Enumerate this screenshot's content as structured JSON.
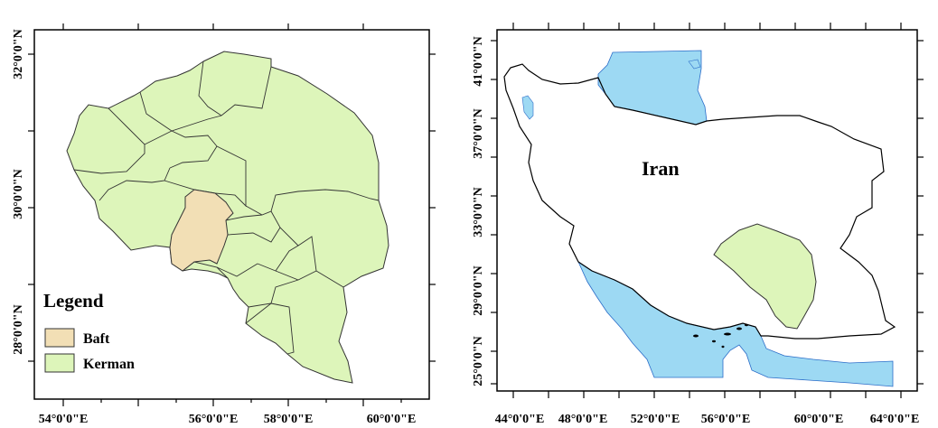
{
  "left_map": {
    "x_ticks": [
      "54°0'0\"E",
      "56°0'0\"E",
      "58°0'0\"E",
      "60°0'0\"E"
    ],
    "y_ticks": [
      "32°0'0\"N",
      "30°0'0\"N",
      "28°0'0\"N"
    ],
    "legend": {
      "title": "Legend",
      "items": [
        {
          "label": "Baft",
          "color": "#f2dfb5"
        },
        {
          "label": "Kerman",
          "color": "#ddf5ba"
        }
      ]
    }
  },
  "right_map": {
    "country_label": "Iran",
    "x_ticks": [
      "44°0'0\"E",
      "48°0'0\"E",
      "52°0'0\"E",
      "56°0'0\"E",
      "60°0'0\"E",
      "64°0'0\"E"
    ],
    "y_ticks": [
      "41°0'0\"N",
      "37°0'0\"N",
      "33°0'0\"N",
      "29°0'0\"N",
      "25°0'0\"N"
    ],
    "colors": {
      "water": "#9dd9f3",
      "province": "#ddf5ba",
      "land": "#ffffff"
    }
  }
}
